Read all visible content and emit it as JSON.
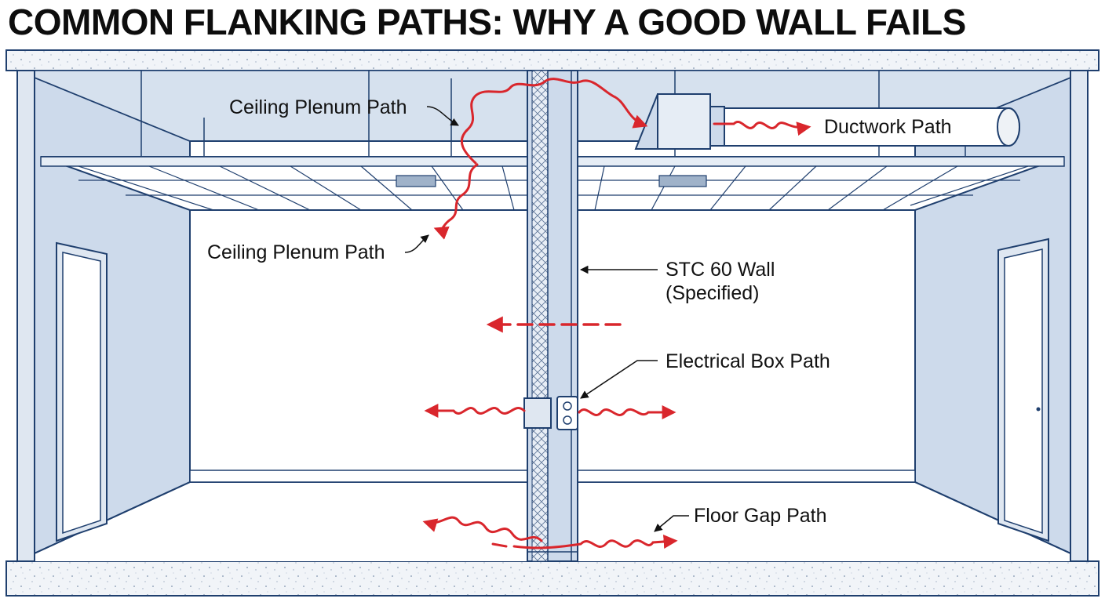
{
  "title": "COMMON FLANKING PATHS: WHY A GOOD WALL FAILS",
  "labels": {
    "ceiling_plenum_upper": "Ceiling Plenum Path",
    "ceiling_plenum_lower": "Ceiling Plenum Path",
    "ductwork": "Ductwork Path",
    "stc_wall_line1": "STC 60 Wall",
    "stc_wall_line2": "(Specified)",
    "electrical_box": "Electrical Box Path",
    "floor_gap": "Floor Gap Path"
  },
  "colors": {
    "wall_fill": "#cddaeb",
    "line": "#1f3f6e",
    "path_red": "#d9262c",
    "slab": "#eef2f6"
  },
  "icons": [
    "duct-icon",
    "outlet-icon",
    "door-icon",
    "diffuser-icon"
  ]
}
